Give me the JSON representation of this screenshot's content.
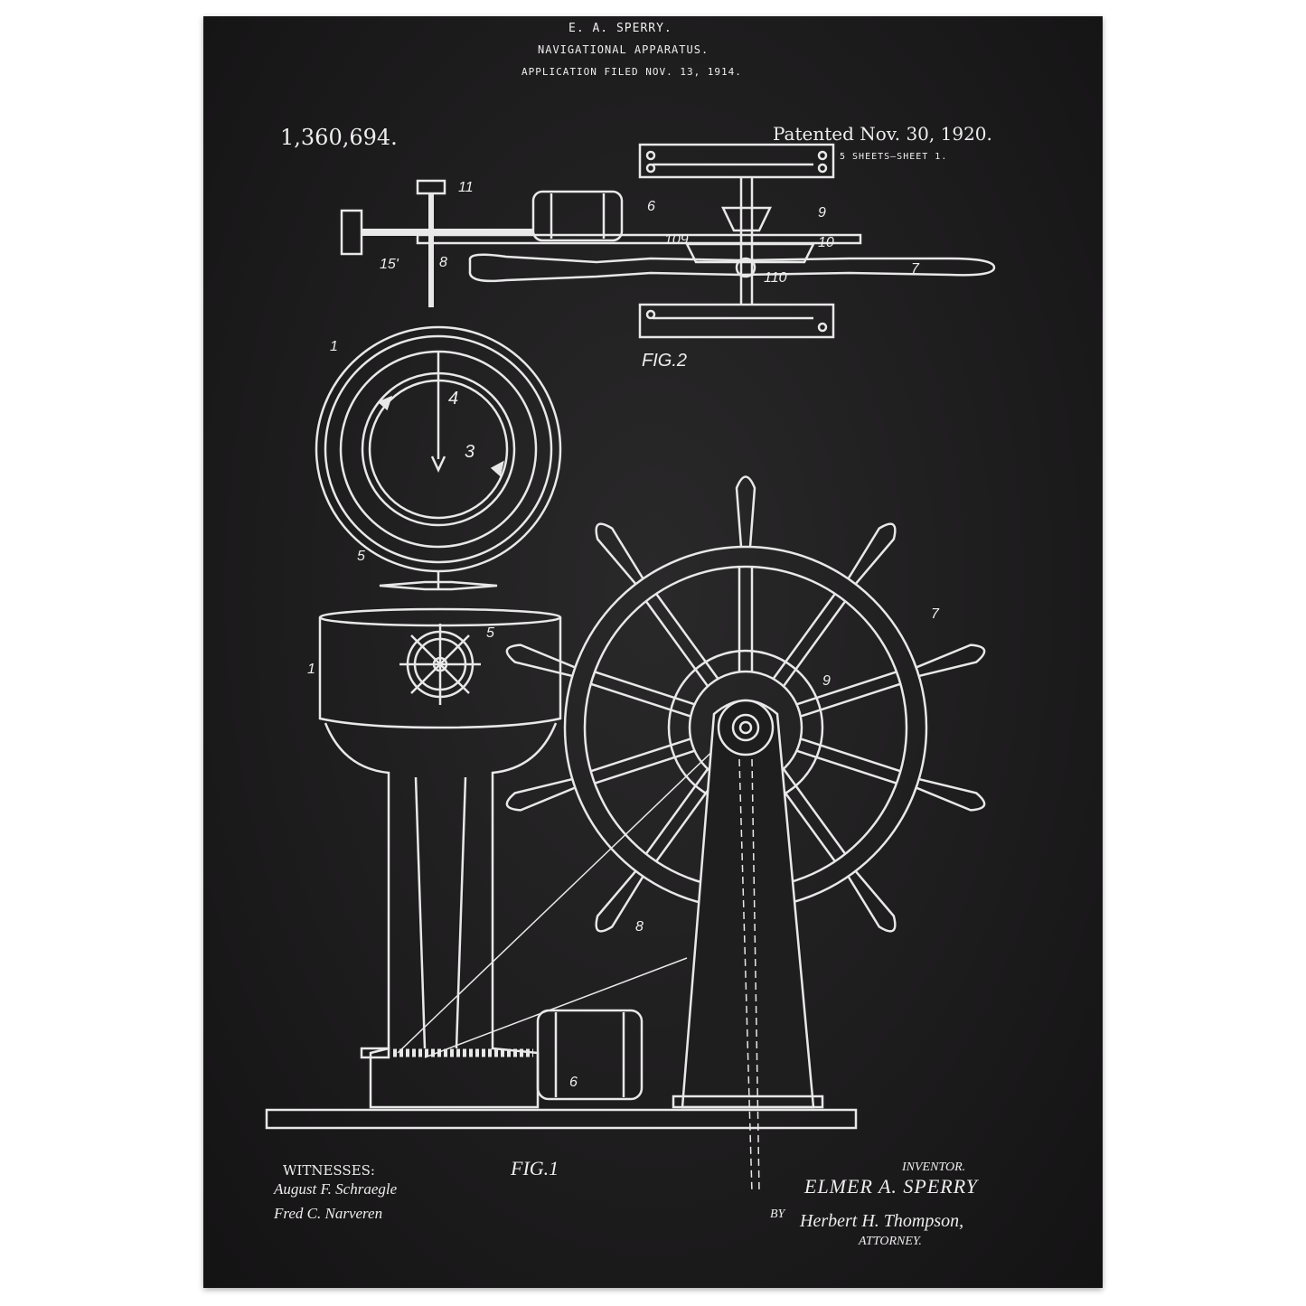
{
  "header": {
    "inventor_short": "E. A. SPERRY.",
    "title": "NAVIGATIONAL APPARATUS.",
    "filed": "APPLICATION FILED NOV. 13, 1914.",
    "patent_number": "1,360,694.",
    "patented": "Patented Nov. 30, 1920.",
    "sheets": "5 SHEETS—SHEET 1."
  },
  "figures": {
    "fig2_label": "FIG.2",
    "fig1_label": "FIG.1",
    "fig2_refs": [
      "11",
      "6",
      "109",
      "9",
      "10",
      "8",
      "15'",
      "7",
      "110",
      "1",
      "4",
      "3",
      "5"
    ],
    "fig1_refs": [
      "5",
      "1",
      "7",
      "9",
      "8",
      "6"
    ]
  },
  "footer": {
    "witnesses_label": "WITNESSES:",
    "witness_1": "August F. Schraegle",
    "witness_2": "Fred C. Narveren",
    "inventor_label": "INVENTOR.",
    "inventor_name": "ELMER A. SPERRY",
    "by_label": "BY",
    "attorney_name": "Herbert H. Thompson,",
    "attorney_label": "ATTORNEY."
  },
  "colors": {
    "background": "#1d1c1d",
    "ink": "#eeeeee",
    "frame": "#ffffff"
  }
}
